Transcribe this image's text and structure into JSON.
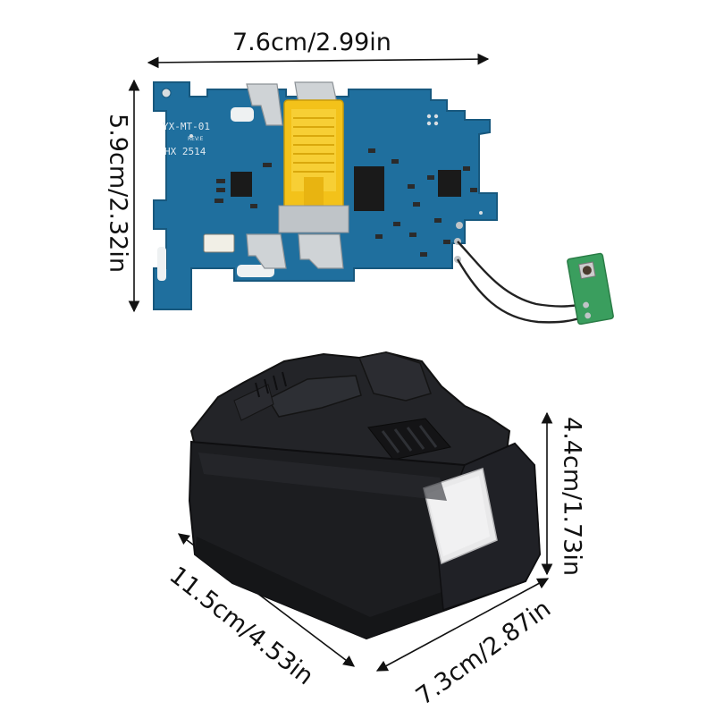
{
  "dimensions": {
    "pcb_width": "7.6cm/2.99in",
    "pcb_height": "5.9cm/2.32in",
    "battery_height": "4.4cm/1.73in",
    "battery_length": "11.5cm/4.53in",
    "battery_width": "7.3cm/2.87in"
  },
  "pcb_silkscreen": {
    "model": "YX-MT-01",
    "revision": "REV:E",
    "code": "HX 2514"
  },
  "colors": {
    "pcb": "#1f6f9e",
    "pcb_dark": "#17587e",
    "connector": "#f3c21a",
    "battery_body": "#1c1d20",
    "battery_label": "#e9e9ea",
    "switch_board": "#3a9e5e"
  }
}
